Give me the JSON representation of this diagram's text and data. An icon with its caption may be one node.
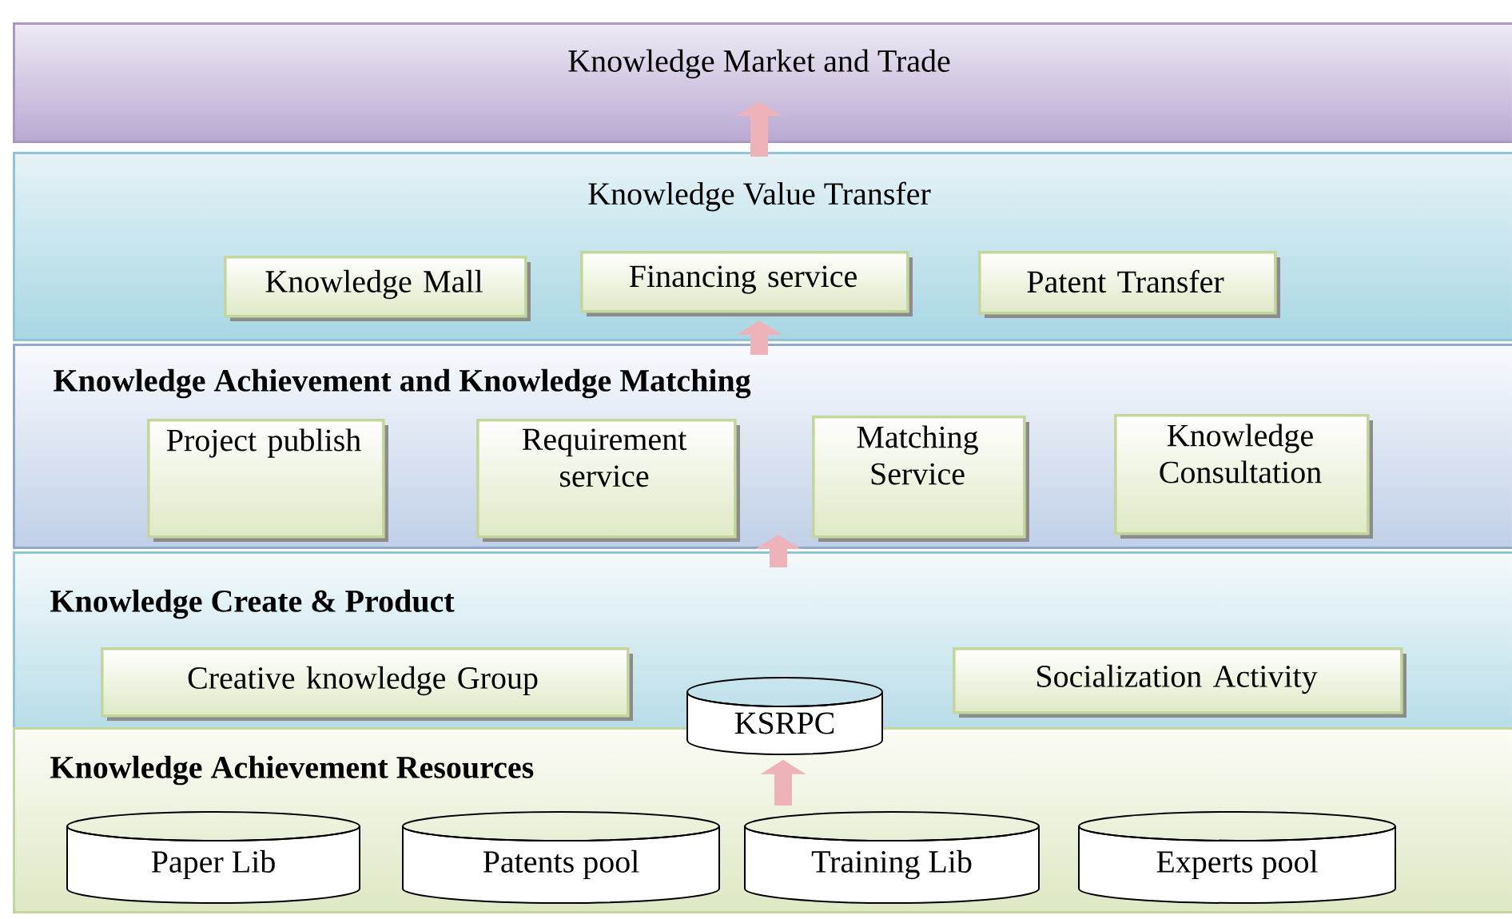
{
  "diagram": {
    "nodes": [
      {
        "text": [
          "Knowledge Market and Trade"
        ]
      },
      {
        "text": [
          "Knowledge Value Transfer"
        ]
      },
      {
        "text": [
          "Knowledge Mall"
        ],
        "in": 1
      },
      {
        "text": [
          "Financing service"
        ],
        "in": 1
      },
      {
        "text": [
          "Patent Transfer"
        ],
        "in": 1
      },
      {
        "text": [
          "Knowledge Achievement and Knowledge Matching"
        ]
      },
      {
        "text": [
          "Project publish"
        ],
        "in": 5
      },
      {
        "text": [
          "Requirement service"
        ],
        "in": 5
      },
      {
        "text": [
          "Matching Service"
        ],
        "in": 5
      },
      {
        "text": [
          "Knowledge Consultation"
        ],
        "in": 5
      },
      {
        "text": [
          "Knowledge Create & Product"
        ]
      },
      {
        "text": [
          "Creative knowledge Group"
        ],
        "in": 10
      },
      {
        "text": [
          "Socialization Activity"
        ],
        "in": 10
      },
      {
        "text": [
          "KSRPC"
        ]
      },
      {
        "text": [
          "Knowledge Achievement Resources"
        ]
      },
      {
        "text": [
          "Paper Lib"
        ],
        "in": 14
      },
      {
        "text": [
          "Patents pool"
        ],
        "in": 14
      },
      {
        "text": [
          "Training Lib"
        ],
        "in": 14
      },
      {
        "text": [
          "Experts pool"
        ],
        "in": 14
      }
    ],
    "edges": [
      {
        "from": 1,
        "to": 0,
        "arrow": "to"
      },
      {
        "from": 5,
        "to": 1,
        "arrow": "to"
      },
      {
        "from": 10,
        "to": 5,
        "arrow": "to"
      },
      {
        "from": 17,
        "to": 13,
        "arrow": "to"
      }
    ]
  }
}
